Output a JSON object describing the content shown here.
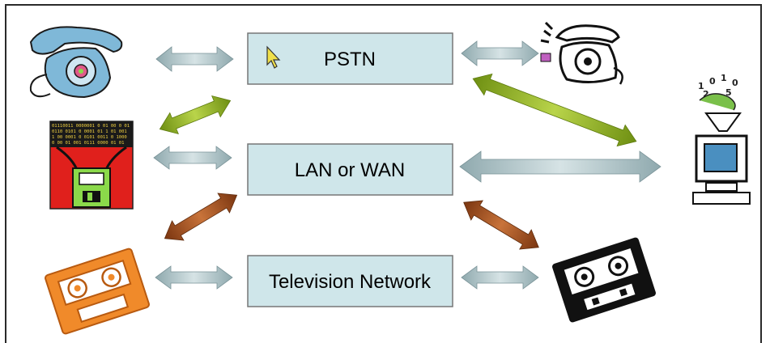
{
  "boxes": {
    "pstn": "PSTN",
    "lan_wan": "LAN or WAN",
    "tv_network": "Television Network"
  },
  "colors": {
    "box_fill": "#cfe6ea",
    "box_stroke": "#777777",
    "arrow_teal": "#9fb8bd",
    "arrow_green": "#8fb02a",
    "arrow_brown": "#9a4a17",
    "phone_blue": "#7fb8d8",
    "disk_red": "#e0201c",
    "disk_green": "#8bd94a",
    "tape_orange": "#f08a2a",
    "cursor_yellow": "#f0e04a"
  },
  "icons": [
    "blue-telephone-icon",
    "black-telephone-icon",
    "floppy-disk-data-icon",
    "computer-funnel-icon",
    "orange-cassette-tape-icon",
    "black-cassette-tape-icon",
    "mouse-cursor-icon"
  ]
}
